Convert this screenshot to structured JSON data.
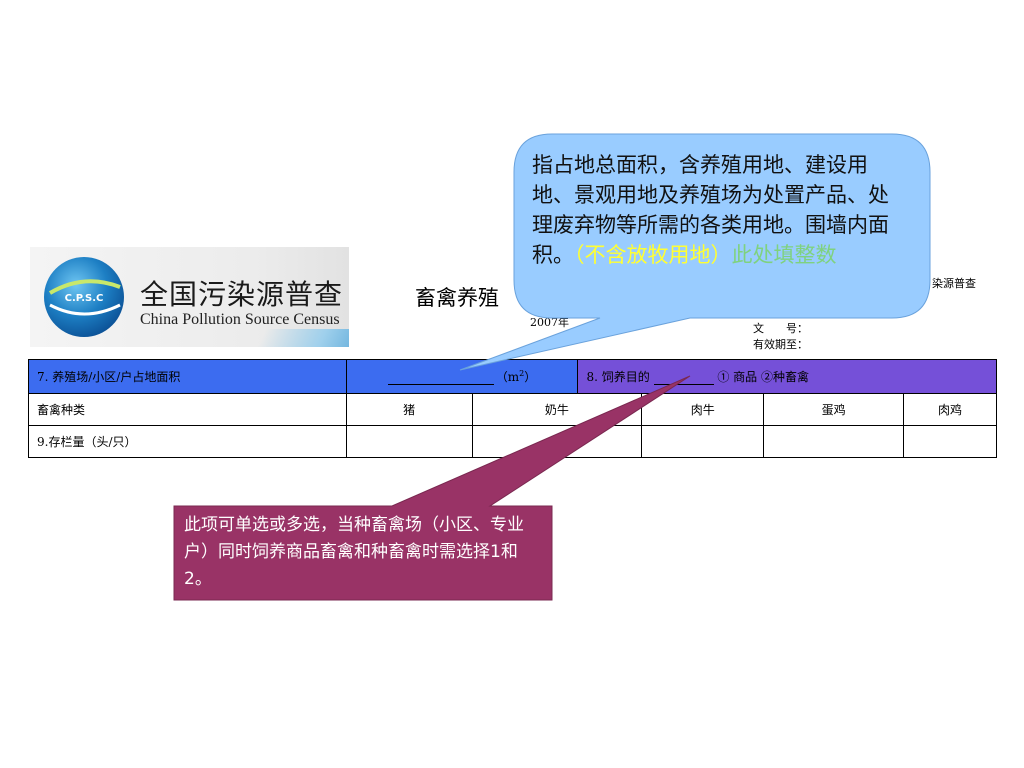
{
  "logo": {
    "emblem_text": "C.P.S.C",
    "name_cn": "全国污染源普查",
    "name_en": "China Pollution Source Census"
  },
  "document": {
    "title_visible": "畜禽养殖",
    "year_fragment": "2007年",
    "census_fragment": "染源普查",
    "doc_number_label": "文　　号：",
    "valid_until_label": "有效期至："
  },
  "table": {
    "row1": {
      "area_label": "7. 养殖场/小区/户占地面积",
      "area_unit_prefix": "（m",
      "area_unit_sup": "2",
      "area_unit_suffix": "）",
      "purpose_label": "8. 饲养目的",
      "purpose_options": "① 商品 ②种畜禽"
    },
    "row2": {
      "label": "畜禽种类",
      "types": [
        "猪",
        "奶牛",
        "肉牛",
        "蛋鸡",
        "肉鸡"
      ]
    },
    "row3": {
      "label": "9.存栏量（头/只）"
    }
  },
  "callouts": {
    "blue": {
      "text_main": "指占地总面积，含养殖用地、建设用地、景观用地及养殖场为处置产品、处理废弃物等所需的各类用地。围墙内面积。",
      "text_yellow": "（不含放牧用地）",
      "text_green": "此处填整数",
      "color": "#99ccff"
    },
    "red": {
      "text": "此项可单选或多选，当种畜禽场（小区、专业户）同时饲养商品畜禽和种畜禽时需选择1和2。",
      "color": "#993366"
    }
  },
  "colors": {
    "row_header_blue": "#3c6cf0",
    "row_header_purple": "#7550d8"
  }
}
